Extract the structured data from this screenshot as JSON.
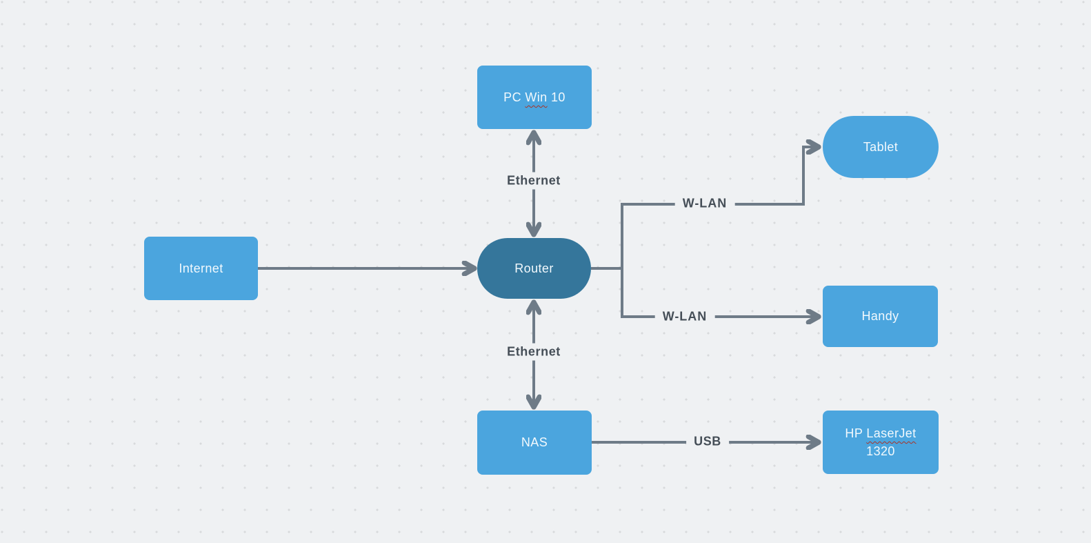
{
  "diagram": {
    "type": "network-diagram",
    "nodes": [
      {
        "id": "internet",
        "label": "Internet",
        "shape": "rounded-rectangle",
        "fill": "#4ba5de"
      },
      {
        "id": "pc",
        "label": "PC Win 10",
        "label_prefix": "PC ",
        "label_misspelled": "Win",
        "label_suffix": " 10",
        "shape": "rounded-rectangle",
        "fill": "#4ba5de"
      },
      {
        "id": "router",
        "label": "Router",
        "shape": "stadium",
        "fill": "#35769b"
      },
      {
        "id": "tablet",
        "label": "Tablet",
        "shape": "stadium",
        "fill": "#4ba5de"
      },
      {
        "id": "handy",
        "label": "Handy",
        "shape": "rounded-rectangle",
        "fill": "#4ba5de"
      },
      {
        "id": "nas",
        "label": "NAS",
        "shape": "rounded-rectangle",
        "fill": "#4ba5de"
      },
      {
        "id": "printer",
        "label": "HP LaserJet 1320",
        "label_line1_prefix": "HP ",
        "label_line1_misspelled": "LaserJet",
        "label_line2": "1320",
        "shape": "rounded-rectangle",
        "fill": "#4ba5de"
      }
    ],
    "edges": [
      {
        "from": "Internet",
        "to": "Router",
        "label": "",
        "arrows": "to"
      },
      {
        "from": "Router",
        "to": "PC Win 10",
        "label": "Ethernet",
        "arrows": "both"
      },
      {
        "from": "Router",
        "to": "NAS",
        "label": "Ethernet",
        "arrows": "both"
      },
      {
        "from": "Router",
        "to": "Tablet",
        "label": "W-LAN",
        "arrows": "to"
      },
      {
        "from": "Router",
        "to": "Handy",
        "label": "W-LAN",
        "arrows": "to"
      },
      {
        "from": "NAS",
        "to": "HP LaserJet 1320",
        "label": "USB",
        "arrows": "to"
      }
    ],
    "edge_labels": [
      {
        "id": "ethernet-pc",
        "text": "Ethernet"
      },
      {
        "id": "ethernet-nas",
        "text": "Ethernet"
      },
      {
        "id": "wlan-tablet",
        "text": "W-LAN"
      },
      {
        "id": "wlan-handy",
        "text": "W-LAN"
      },
      {
        "id": "usb",
        "text": "USB"
      }
    ],
    "colors": {
      "background": "#eff1f3",
      "grid_dot": "#d8dadc",
      "node_fill": "#4ba5de",
      "router_fill": "#35769b",
      "node_text": "#f2f9fd",
      "connector": "#6e7b87",
      "edge_label_text": "#454e57",
      "spellcheck_underline": "#a93226"
    }
  }
}
